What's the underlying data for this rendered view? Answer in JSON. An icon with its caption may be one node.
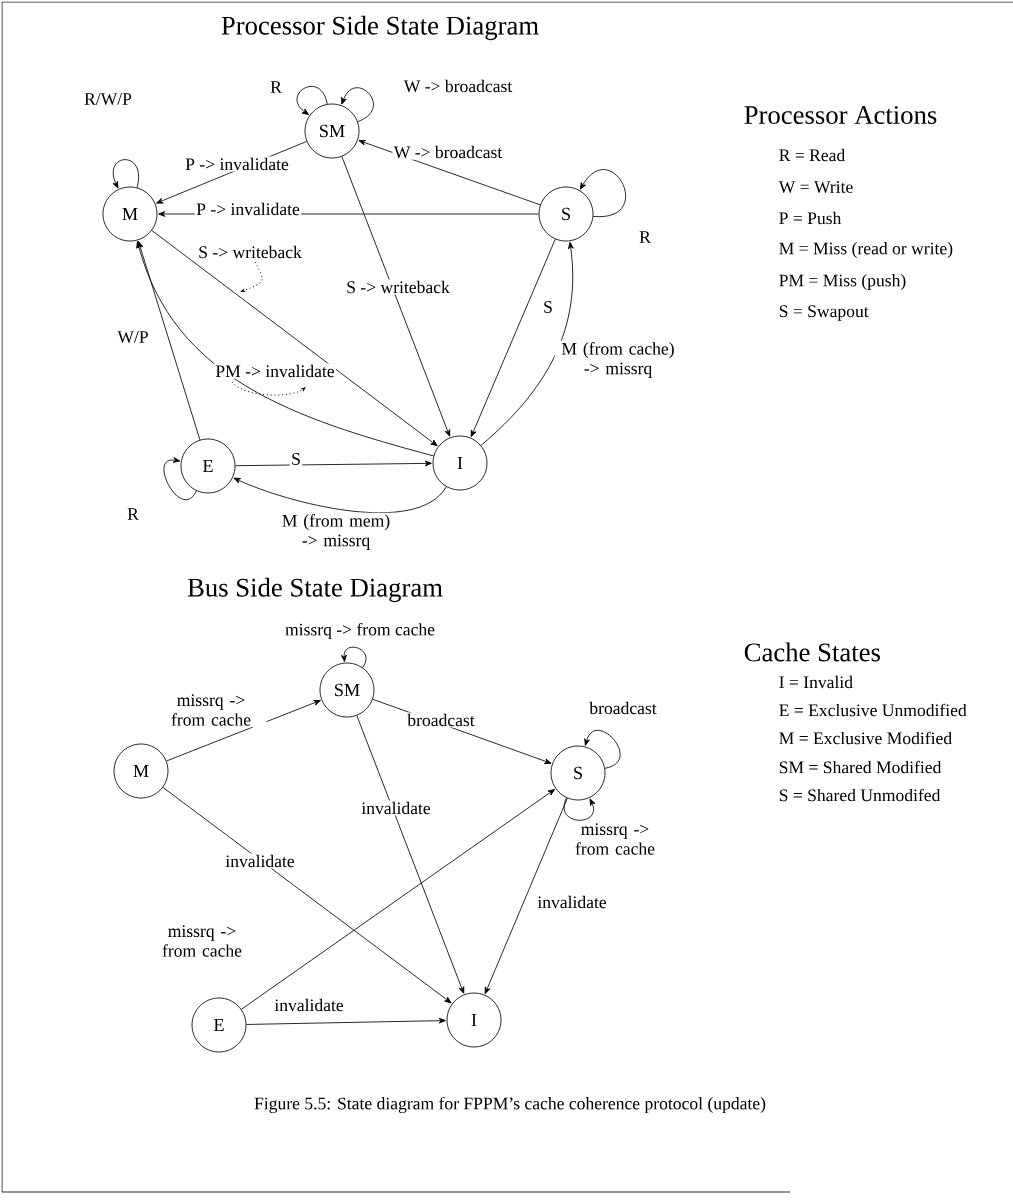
{
  "diagram": {
    "title": "Processor Side State Diagram",
    "caption": "Figure 5.5: State diagram for FPPM’s cache coherence protocol (update)",
    "nodes": [
      {
        "text": [
          "SM"
        ]
      },
      {
        "text": [
          "M"
        ]
      },
      {
        "text": [
          "S"
        ]
      },
      {
        "text": [
          "E"
        ]
      },
      {
        "text": [
          "I"
        ]
      },
      {
        "text": [
          "SM"
        ]
      },
      {
        "text": [
          "M"
        ]
      },
      {
        "text": [
          "S"
        ]
      },
      {
        "text": [
          "E"
        ]
      },
      {
        "text": [
          "I"
        ]
      }
    ],
    "edges": [
      {
        "from": 0,
        "to": 0,
        "arrow": "to",
        "label": "R"
      },
      {
        "from": 0,
        "to": 0,
        "arrow": "to",
        "label": "W -> broadcast"
      },
      {
        "from": 0,
        "to": 1,
        "arrow": "to",
        "label": "P -> invalidate"
      },
      {
        "from": 2,
        "to": 0,
        "arrow": "to",
        "label": "W -> broadcast"
      },
      {
        "from": 2,
        "to": 1,
        "arrow": "to",
        "label": "P -> invalidate"
      },
      {
        "from": 1,
        "to": 1,
        "arrow": "to",
        "label": "R/W/P"
      },
      {
        "from": 2,
        "to": 2,
        "arrow": "to",
        "label": "R"
      },
      {
        "from": 0,
        "to": 4,
        "arrow": "to",
        "label": "S -> writeback"
      },
      {
        "from": 2,
        "to": 4,
        "arrow": "to",
        "label": "S"
      },
      {
        "from": 4,
        "to": 2,
        "arrow": "to",
        "label": "M (from cache) -> missrq"
      },
      {
        "from": 1,
        "to": 4,
        "arrow": "to",
        "label": "S -> writeback"
      },
      {
        "from": 4,
        "to": 1,
        "arrow": "to",
        "label": "PM -> invalidate"
      },
      {
        "from": 3,
        "to": 1,
        "arrow": "to",
        "label": "W/P"
      },
      {
        "from": 3,
        "to": 4,
        "arrow": "to",
        "label": "S"
      },
      {
        "from": 4,
        "to": 3,
        "arrow": "to",
        "label": "M (from mem) -> missrq"
      },
      {
        "from": 3,
        "to": 3,
        "arrow": "to",
        "label": "R"
      },
      {
        "from": 5,
        "to": 5,
        "arrow": "to",
        "label": "missrq -> from cache"
      },
      {
        "from": 6,
        "to": 5,
        "arrow": "to",
        "label": "missrq -> from cache"
      },
      {
        "from": 5,
        "to": 7,
        "arrow": "to",
        "label": "broadcast"
      },
      {
        "from": 7,
        "to": 7,
        "arrow": "to",
        "label": "broadcast"
      },
      {
        "from": 7,
        "to": 7,
        "arrow": "to",
        "label": "missrq -> from cache"
      },
      {
        "from": 5,
        "to": 9,
        "arrow": "to",
        "label": "invalidate"
      },
      {
        "from": 6,
        "to": 9,
        "arrow": "to",
        "label": "invalidate"
      },
      {
        "from": 8,
        "to": 7,
        "arrow": "to",
        "label": "missrq -> from cache"
      },
      {
        "from": 7,
        "to": 9,
        "arrow": "to",
        "label": "invalidate"
      },
      {
        "from": 8,
        "to": 9,
        "arrow": "to",
        "label": "invalidate"
      }
    ],
    "labels": [
      "Bus Side State Diagram",
      "Processor Actions",
      "R = Read",
      "W = Write",
      "P = Push",
      "M = Miss (read or write)",
      "PM = Miss (push)",
      "S = Swapout",
      "Cache States",
      "I = Invalid",
      "E = Exclusive Unmodified",
      "M = Exclusive Modified",
      "SM = Shared Modified",
      "S = Shared Unmodifed"
    ]
  }
}
